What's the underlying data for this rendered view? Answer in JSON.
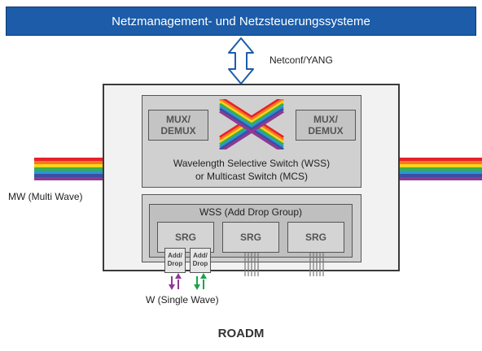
{
  "header": {
    "title": "Netzmanagement- und Netzsteuerungssysteme"
  },
  "interface": {
    "label": "Netconf/YANG"
  },
  "wss": {
    "mux_left": "MUX/\nDEMUX",
    "mux_right": "MUX/\nDEMUX",
    "line1": "Wavelength Selective Switch (WSS)",
    "line2": "or Multicast Switch (MCS)"
  },
  "add_drop_group": {
    "title": "WSS (Add Drop Group)",
    "srgs": [
      "SRG",
      "SRG",
      "SRG"
    ],
    "add_drop_label": "Add/\nDrop"
  },
  "labels": {
    "multi_wave": "MW (Multi Wave)",
    "single_wave": "W (Single Wave)"
  },
  "footer": {
    "title": "ROADM"
  },
  "colors": {
    "header_bg": "#1c5ca8",
    "rainbow": [
      "#e8202a",
      "#f47a20",
      "#fdd31f",
      "#3cae4a",
      "#2a96d4",
      "#3b4fa0",
      "#8d3a94"
    ],
    "drop_arrow": "#8d3a94",
    "add_arrow": "#1aa34a"
  }
}
